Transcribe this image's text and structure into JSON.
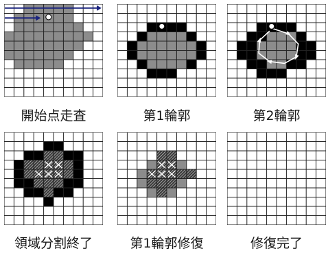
{
  "panels": [
    {
      "caption": "開始点走査",
      "cells": [
        "..GGGGG...",
        ".GGGGGG...",
        ".GGGGGGG..",
        "GGGGGGGGG.",
        "GGGGGGGG..",
        "GGGGGGG...",
        ".GGGGG....",
        "..........",
        "..........",
        ".........."
      ],
      "markers": [
        {
          "kind": "start-point",
          "row": 1,
          "col": 4
        }
      ],
      "arrows": [
        {
          "kind": "scan",
          "row": 0
        },
        {
          "kind": "scan",
          "row": 1
        }
      ]
    },
    {
      "caption": "第1輪郭",
      "cells": [
        "..........",
        "..........",
        "...KKKK...",
        "..KGGGGK..",
        ".KGGGGGGK.",
        ".KGGGGGGK.",
        "..KGGGGK..",
        "...KKK....",
        "..........",
        ".........."
      ],
      "markers": [
        {
          "kind": "start-point",
          "row": 2,
          "col": 4
        }
      ],
      "arrows": []
    },
    {
      "caption": "第2輪郭",
      "cells": [
        "..........",
        "..........",
        "...KKKK...",
        "..KKGGGK..",
        ".KKGGGGKK.",
        ".KKGGGGKK.",
        "..KKGGKK..",
        "...KKK....",
        "..........",
        ".........."
      ],
      "markers": [
        {
          "kind": "start-point",
          "row": 2,
          "col": 4
        }
      ],
      "arrows": [
        {
          "kind": "contour-trace"
        }
      ]
    },
    {
      "caption": "領域分割終了",
      "cells": [
        "..........",
        "....KK....",
        "..KKHHKK..",
        ".KHHXXHK..",
        ".KHXXXHK..",
        ".KKHHHKK..",
        "..KKHKK...",
        "....K.....",
        "..........",
        ".........."
      ],
      "markers": [],
      "arrows": []
    },
    {
      "caption": "第1輪郭修復",
      "cells": [
        "..........",
        "..........",
        "....HH....",
        "...GXXG...",
        "..GXXXHH..",
        "..GHHHG...",
        "...GHG....",
        "..........",
        "..........",
        ".........."
      ],
      "markers": [],
      "arrows": []
    },
    {
      "caption": "修復完了",
      "cells": [
        "..........",
        "..........",
        "..........",
        "..........",
        "..........",
        "..........",
        "..........",
        "..........",
        "..........",
        ".........."
      ],
      "markers": [],
      "arrows": []
    }
  ],
  "legend_colors": {
    "empty": "#ffffff",
    "region": "#8c8c8c",
    "contour": "#000000",
    "hatched": "#5c5c5c",
    "scan_arrow": "#1a237e"
  }
}
